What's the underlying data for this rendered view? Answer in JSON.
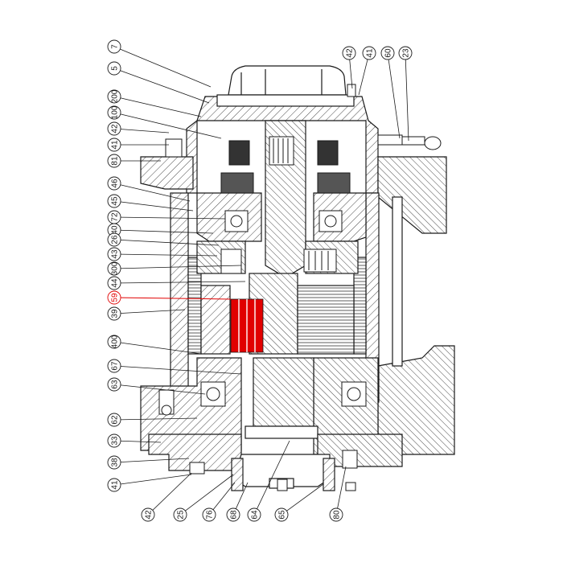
{
  "diagram": {
    "highlight_color": "#e10000",
    "line_color": "#1a1a1a",
    "highlighted_callout": "59",
    "callouts_left": [
      "7",
      "5",
      "200",
      "100",
      "42",
      "41",
      "81",
      "46",
      "45",
      "72",
      "40",
      "26",
      "43",
      "300",
      "44",
      "59",
      "39",
      "400",
      "67",
      "63",
      "62",
      "33",
      "38",
      "41"
    ],
    "callouts_top": [
      "42",
      "41",
      "60",
      "23"
    ],
    "callouts_bottom": [
      "42",
      "25",
      "76",
      "68",
      "64",
      "65",
      "80"
    ]
  }
}
